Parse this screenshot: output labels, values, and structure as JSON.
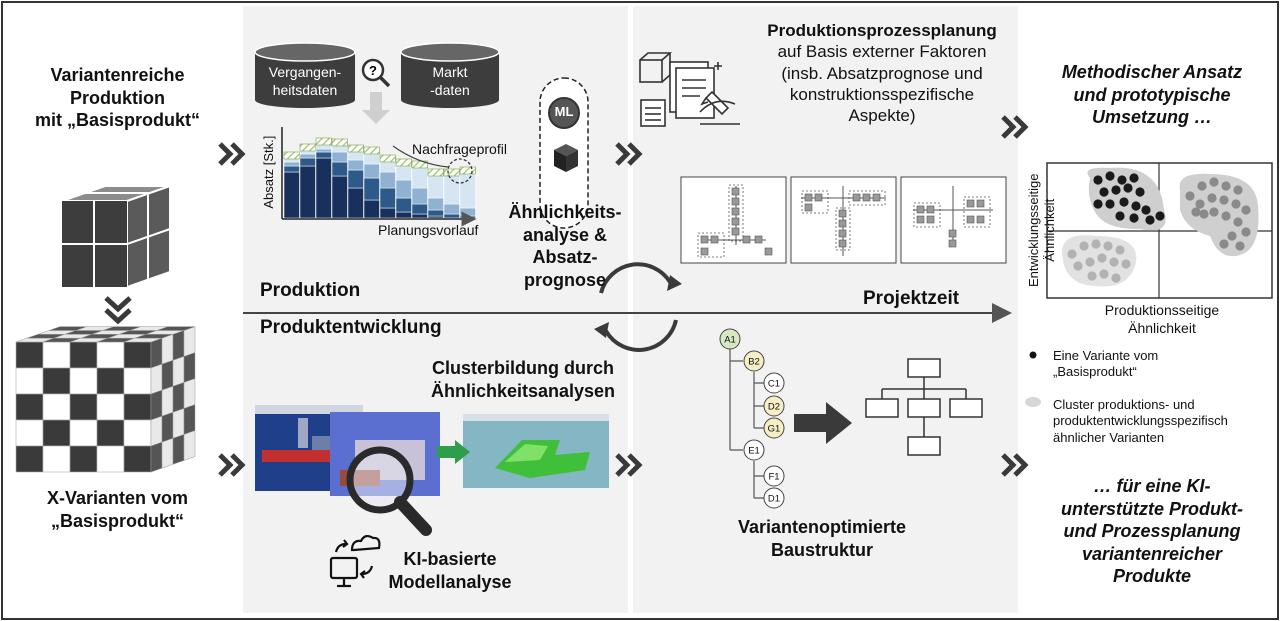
{
  "left": {
    "heading": [
      "Variantenreiche",
      "Produktion",
      "mit „Basisprodukt“"
    ],
    "variants_label": [
      "X-Varianten vom",
      "„Basisprodukt“"
    ]
  },
  "top_left": {
    "db_past": [
      "Vergangen-",
      "heitsdaten"
    ],
    "db_market": [
      "Markt",
      "-daten"
    ],
    "y_axis": "Absatz [Stk.]",
    "x_axis": "Planungsvorlauf",
    "demand_profile": "Nachfrageprofil",
    "ml_badge": "ML",
    "similarity_label": [
      "Ähnlichkeits-",
      "analyse & Absatz-",
      "prognose"
    ]
  },
  "top_middle": {
    "title": "Produktionsprozessplanung",
    "subtitle": [
      "auf Basis externer Faktoren",
      "(insb. Absatzprognose und",
      "konstruktionsspezifische",
      "Aspekte)"
    ]
  },
  "timeline": {
    "production": "Produktion",
    "product_dev": "Produktentwicklung",
    "project_time": "Projektzeit"
  },
  "bottom_left": {
    "cluster_title": [
      "Clusterbildung durch",
      "Ähnlichkeitsanalysen"
    ],
    "ki_label": [
      "KI-basierte",
      "Modellanalyse"
    ]
  },
  "tree": {
    "nodes": [
      "A1",
      "B2",
      "C1",
      "D2",
      "G1",
      "E1",
      "F1",
      "D1"
    ],
    "label": [
      "Variantenoptimierte",
      "Baustruktur"
    ]
  },
  "right": {
    "method_title": [
      "Methodischer Ansatz",
      "und prototypische",
      "Umsetzung …"
    ],
    "y_axis": [
      "Entwicklungsseitige",
      "Ähnlichkeit"
    ],
    "x_axis": [
      "Produktionsseitige",
      "Ähnlichkeit"
    ],
    "legend_variant": [
      "Eine Variante vom",
      "„Basisprodukt“"
    ],
    "legend_cluster": [
      "Cluster produktions- und",
      "produktentwicklungsspezifisch",
      "ähnlicher Varianten"
    ],
    "closing": [
      "… für eine KI-",
      "unterstützte Produkt-",
      "und Prozessplanung",
      "variantenreicher",
      "Produkte"
    ]
  },
  "colors": {
    "navy": "#17305c",
    "blue_mid": "#2e5a8a",
    "blue_light": "#8fb2d2",
    "blue_pale": "#d6e5f2",
    "hatch_green": "#9cc46b",
    "dark_gray": "#3a3a3a",
    "node_green": "#d9e8c4",
    "node_yellow": "#f6efc6",
    "arrow_green": "#2e9e4a"
  }
}
